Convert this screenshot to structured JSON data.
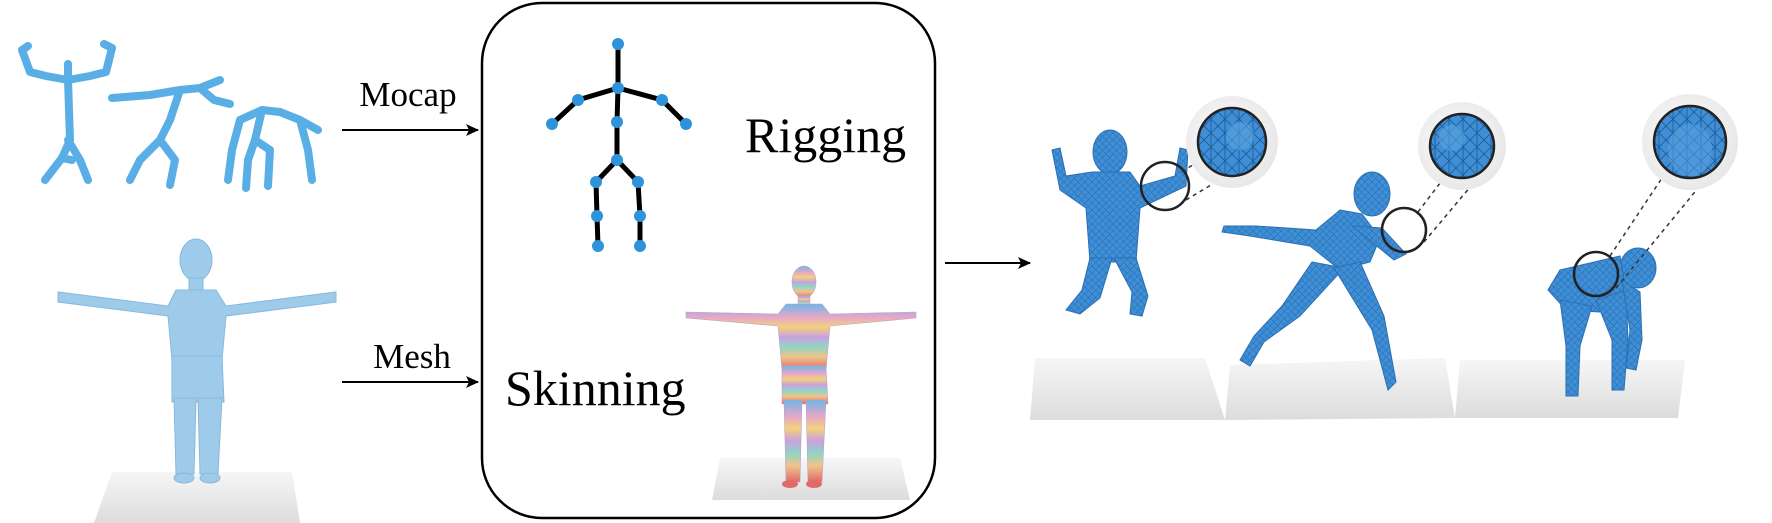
{
  "labels": {
    "mocap": "Mocap",
    "mesh": "Mesh",
    "rigging": "Rigging",
    "skinning": "Skinning"
  },
  "colors": {
    "skeleton_blue": "#5aaee6",
    "mesh_blue": "#9fcbea",
    "posed_blue": "#3f8fd6",
    "joint_blue": "#2f93db",
    "bone_black": "#000000",
    "floor_gray": "#e9e9e9"
  },
  "icons": [
    "mocap-skeleton-icon",
    "t-pose-mesh-icon",
    "rig-skeleton-icon",
    "skin-weight-mesh-icon",
    "posed-character-icon",
    "zoom-lens-icon"
  ]
}
